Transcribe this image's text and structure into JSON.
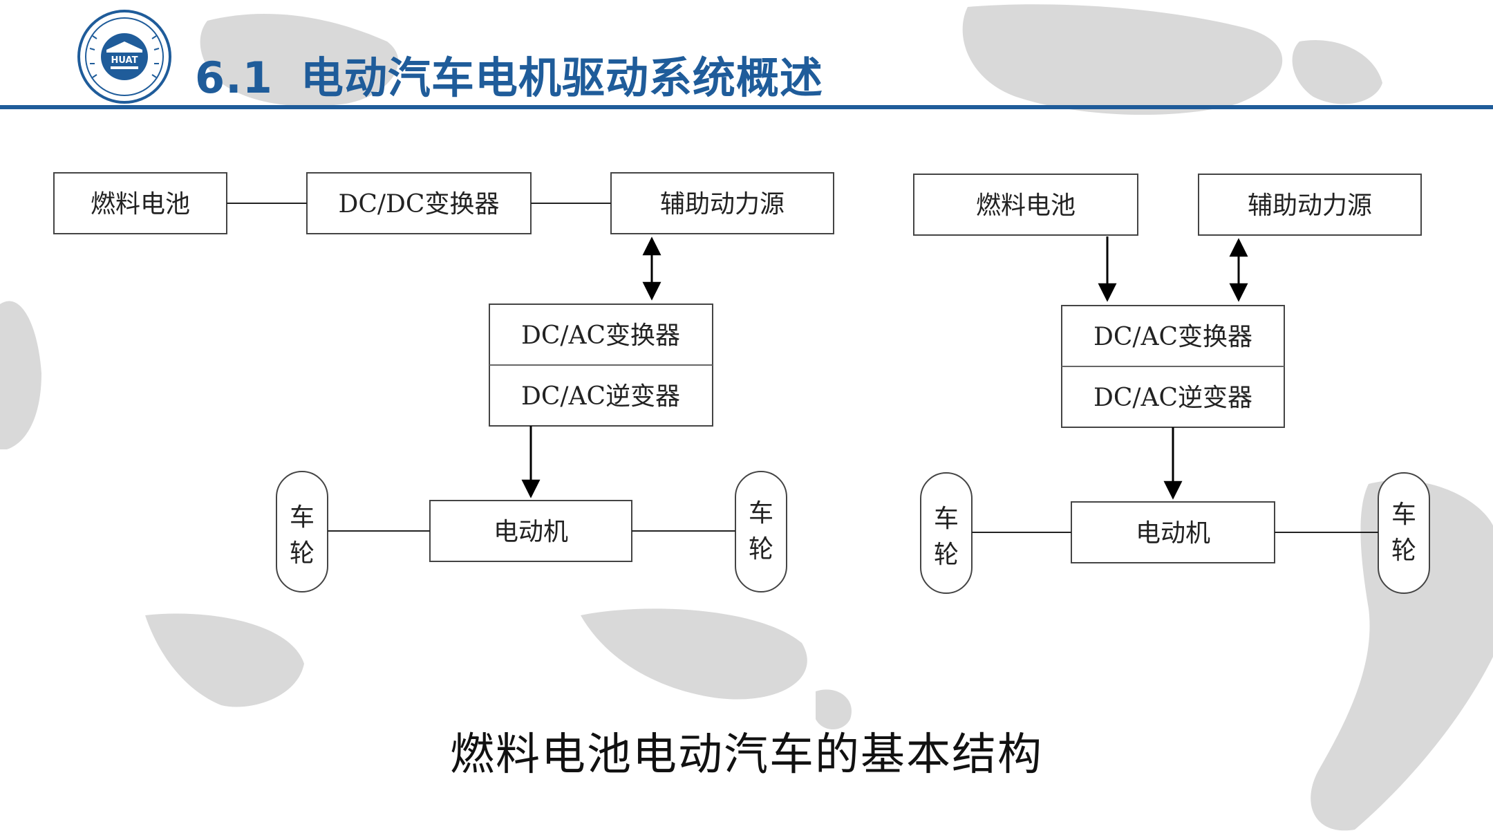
{
  "header": {
    "section_number": "6.1",
    "section_title": "电动汽车电机驱动系统概述",
    "logo_text": "HUAT",
    "accent_color": "#1f5c9a"
  },
  "diagram_left": {
    "fuel_cell": "燃料电池",
    "dcdc_converter": "DC/DC变换器",
    "aux_power": "辅助动力源",
    "dcac_converter": "DC/AC变换器",
    "dcac_inverter": "DC/AC逆变器",
    "motor": "电动机",
    "wheel_left": [
      "车",
      "轮"
    ],
    "wheel_right": [
      "车",
      "轮"
    ]
  },
  "diagram_right": {
    "fuel_cell": "燃料电池",
    "aux_power": "辅助动力源",
    "dcac_converter": "DC/AC变换器",
    "dcac_inverter": "DC/AC逆变器",
    "motor": "电动机",
    "wheel_left": [
      "车",
      "轮"
    ],
    "wheel_right": [
      "车",
      "轮"
    ]
  },
  "caption": "燃料电池电动汽车的基本结构"
}
